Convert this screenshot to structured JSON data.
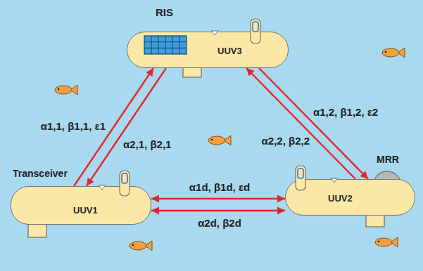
{
  "diagram": {
    "nodes": [
      {
        "text": [
          "RIS",
          "UUV3"
        ]
      },
      {
        "text": [
          "Transceiver",
          "UUV1"
        ]
      },
      {
        "text": [
          "MRR",
          "UUV2"
        ]
      }
    ],
    "edges": [
      {
        "from": 1,
        "to": 0,
        "arrow": "to",
        "label": "α1,1, β1,1, ε1"
      },
      {
        "from": 0,
        "to": 1,
        "arrow": "to",
        "label": "α2,1, β2,1"
      },
      {
        "from": 0,
        "to": 2,
        "arrow": "to",
        "label": "α1,2, β1,2, ε2"
      },
      {
        "from": 2,
        "to": 0,
        "arrow": "to",
        "label": "α2,2, β2,2"
      },
      {
        "from": 1,
        "to": 2,
        "arrow": "both",
        "label": "α1d, β1d, εd"
      },
      {
        "from": 1,
        "to": 2,
        "arrow": "both",
        "label": "α2d, β2d"
      }
    ]
  }
}
